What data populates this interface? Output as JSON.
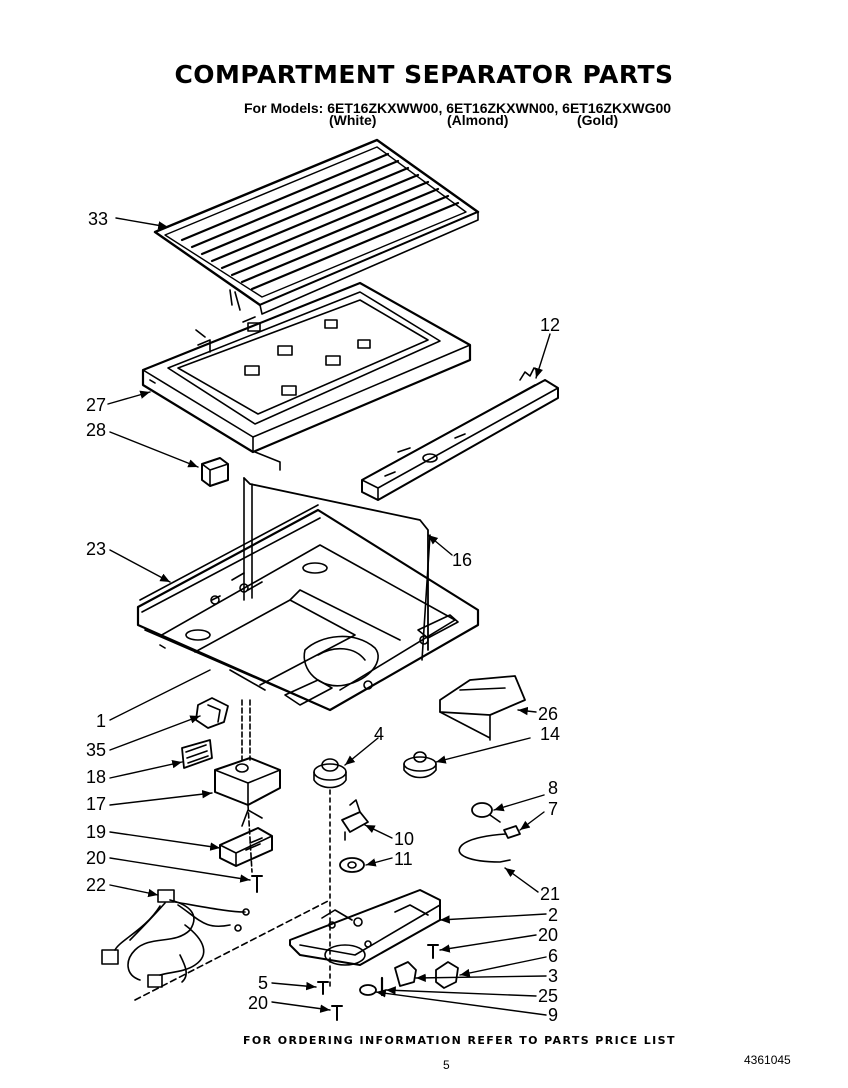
{
  "title": "COMPARTMENT SEPARATOR PARTS",
  "models_line": "For Models: 6ET16ZKXWW00, 6ET16ZKXWN00, 6ET16ZKXWG00",
  "colors": [
    "(White)",
    "(Almond)",
    "(Gold)"
  ],
  "callouts": {
    "c33": "33",
    "c12": "12",
    "c27": "27",
    "c28": "28",
    "c23": "23",
    "c16": "16",
    "c1": "1",
    "c26": "26",
    "c35": "35",
    "c4": "4",
    "c14": "14",
    "c18": "18",
    "c17": "17",
    "c8": "8",
    "c7": "7",
    "c19": "19",
    "c10": "10",
    "c20a": "20",
    "c11": "11",
    "c22": "22",
    "c21": "21",
    "c2": "2",
    "c20b": "20",
    "c6": "6",
    "c3": "3",
    "c5": "5",
    "c25": "25",
    "c20c": "20",
    "c9": "9"
  },
  "footer": "FOR ORDERING INFORMATION REFER TO PARTS PRICE LIST",
  "page_number": "5",
  "doc_number": "4361045"
}
